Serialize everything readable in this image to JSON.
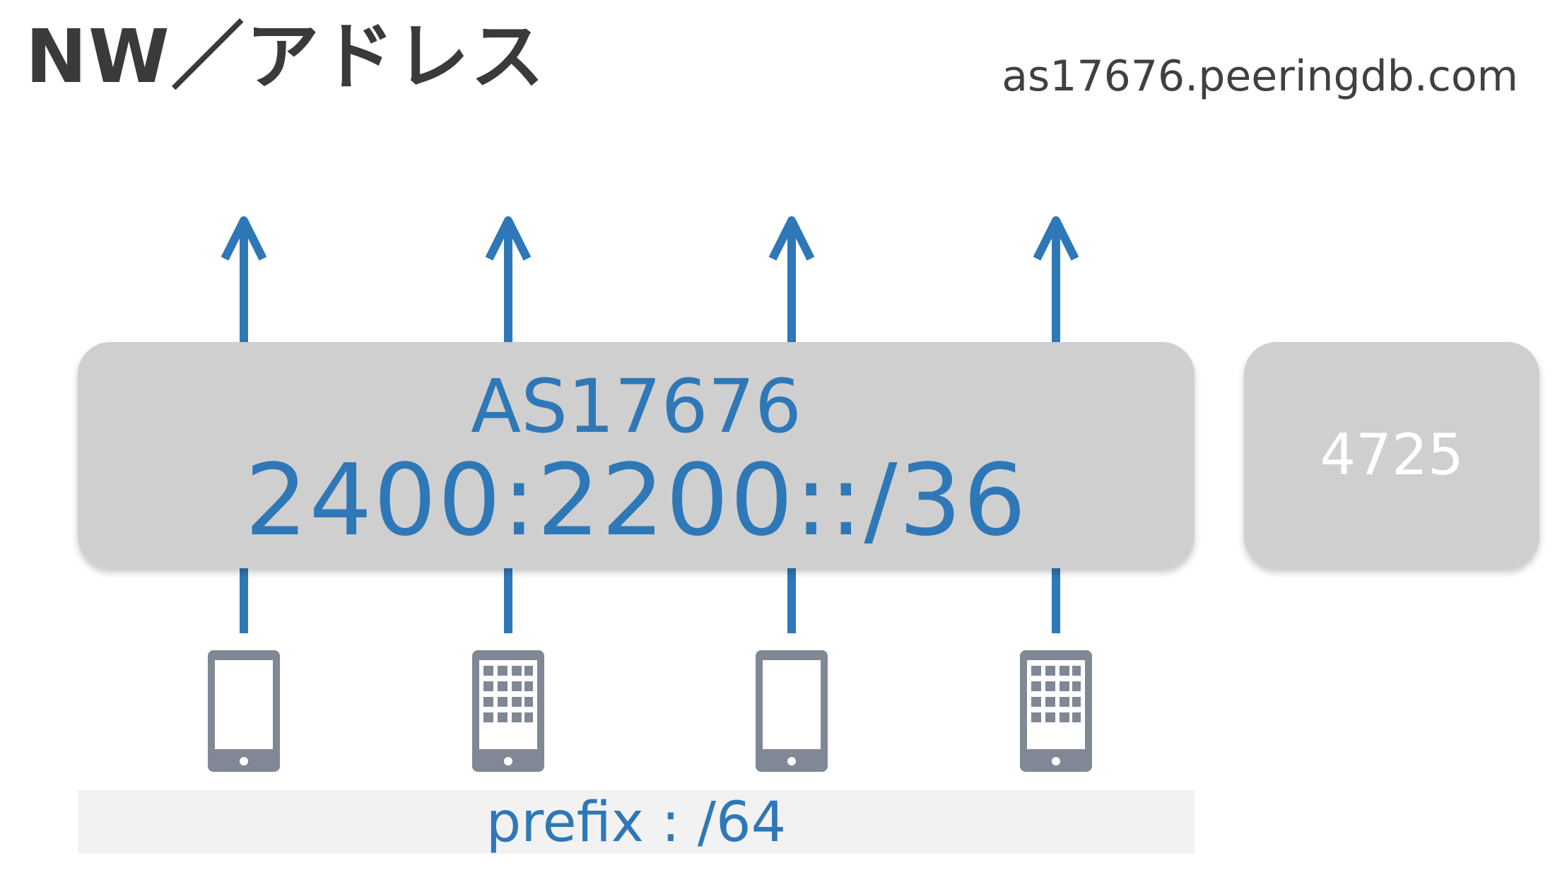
{
  "title": "NW／アドレス",
  "source": "as17676.peeringdb.com",
  "as_box": {
    "as_number": "AS17676",
    "prefix": "2400:2200::/36"
  },
  "side_box": {
    "label": "4725"
  },
  "device_prefix": {
    "label": "prefix : /64"
  },
  "devices": [
    {
      "icon": "smartphone-icon"
    },
    {
      "icon": "feature-phone-icon"
    },
    {
      "icon": "smartphone-icon"
    },
    {
      "icon": "feature-phone-icon"
    }
  ],
  "colors": {
    "accent": "#2f78b7",
    "box": "#cfcfcf",
    "device": "#7f8894",
    "title": "#3a3a3a"
  }
}
